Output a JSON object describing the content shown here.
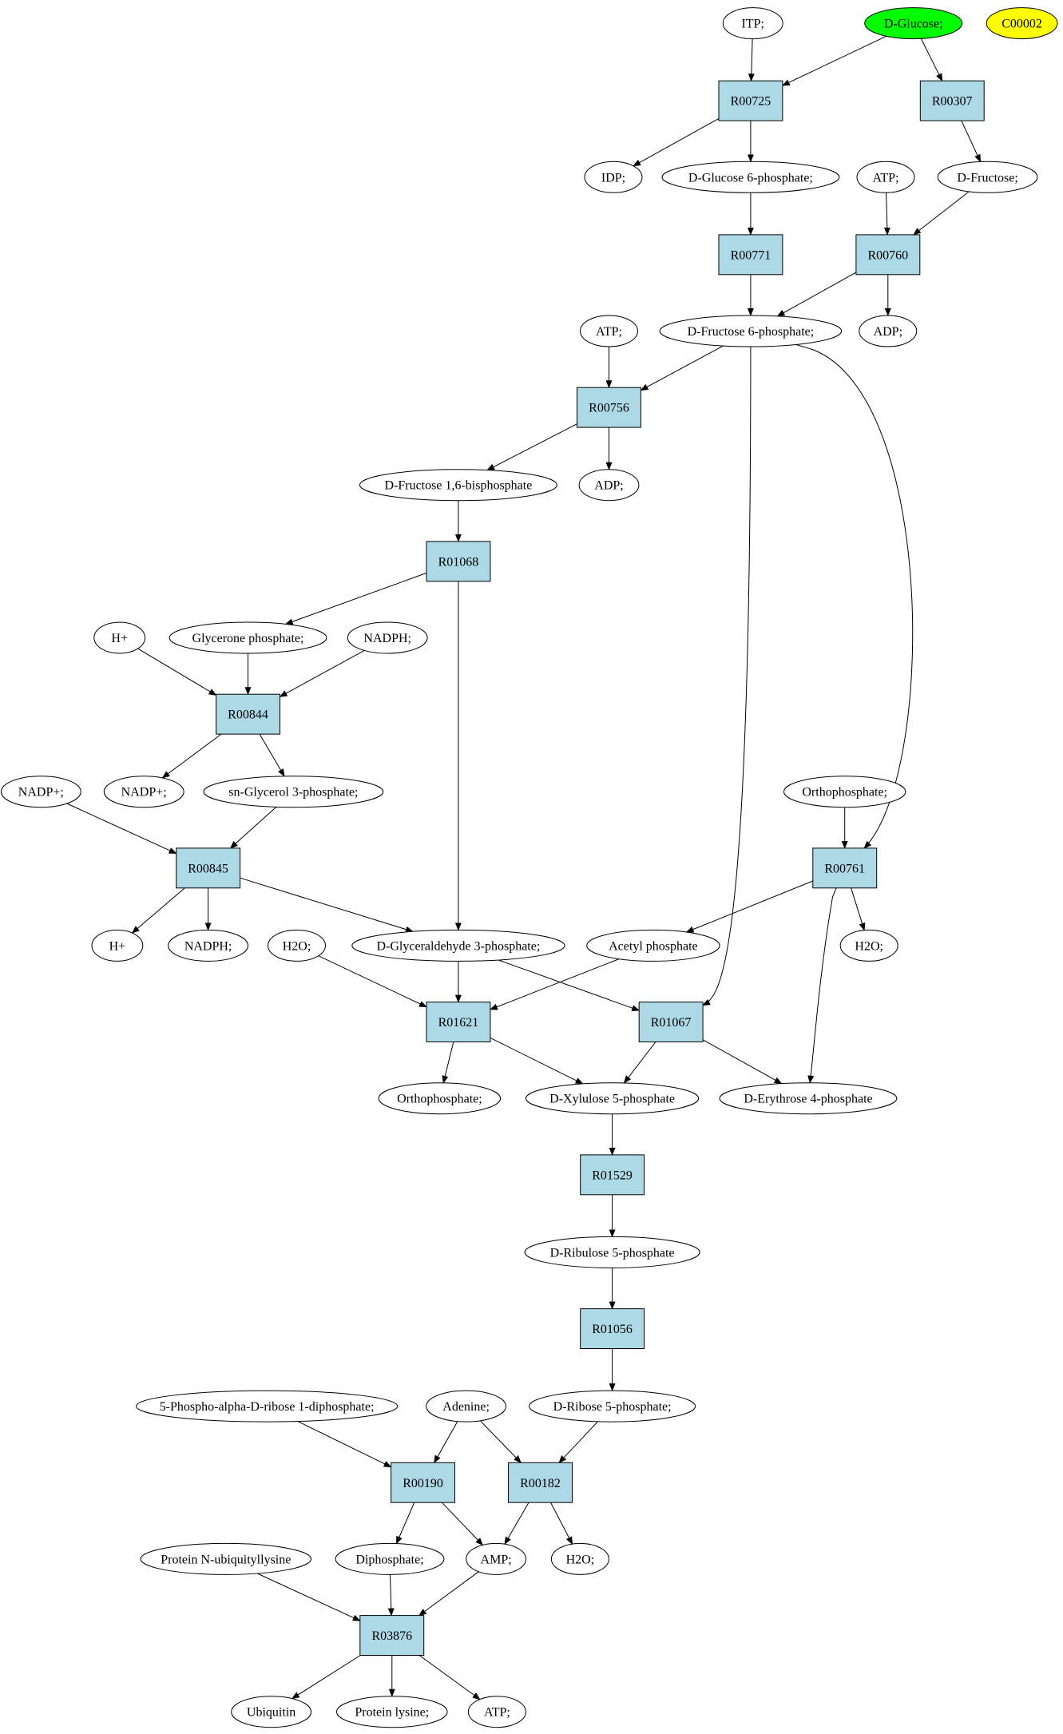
{
  "colors": {
    "reaction_fill": "#add8e6",
    "metabolite_fill": "#ffffff",
    "start_fill": "#00ff00",
    "target_fill": "#ffff00",
    "edge": "#000000"
  },
  "nodes": [
    {
      "id": "itp",
      "label": "ITP;",
      "kind": "metabolite"
    },
    {
      "id": "dglucose",
      "label": "D-Glucose;",
      "kind": "start"
    },
    {
      "id": "c00002",
      "label": "C00002",
      "kind": "target"
    },
    {
      "id": "r00725",
      "label": "R00725",
      "kind": "reaction"
    },
    {
      "id": "r00307",
      "label": "R00307",
      "kind": "reaction"
    },
    {
      "id": "idp",
      "label": "IDP;",
      "kind": "metabolite"
    },
    {
      "id": "g6p",
      "label": "D-Glucose 6-phosphate;",
      "kind": "metabolite"
    },
    {
      "id": "atp1",
      "label": "ATP;",
      "kind": "metabolite"
    },
    {
      "id": "dfructose",
      "label": "D-Fructose;",
      "kind": "metabolite"
    },
    {
      "id": "r00771",
      "label": "R00771",
      "kind": "reaction"
    },
    {
      "id": "r00760",
      "label": "R00760",
      "kind": "reaction"
    },
    {
      "id": "atp2",
      "label": "ATP;",
      "kind": "metabolite"
    },
    {
      "id": "f6p",
      "label": "D-Fructose 6-phosphate;",
      "kind": "metabolite"
    },
    {
      "id": "adp1",
      "label": "ADP;",
      "kind": "metabolite"
    },
    {
      "id": "r00756",
      "label": "R00756",
      "kind": "reaction"
    },
    {
      "id": "fbp",
      "label": "D-Fructose 1,6-bisphosphate",
      "kind": "metabolite"
    },
    {
      "id": "adp2",
      "label": "ADP;",
      "kind": "metabolite"
    },
    {
      "id": "r01068",
      "label": "R01068",
      "kind": "reaction"
    },
    {
      "id": "hplus1",
      "label": "H+",
      "kind": "metabolite"
    },
    {
      "id": "glyceroneP",
      "label": "Glycerone phosphate;",
      "kind": "metabolite"
    },
    {
      "id": "nadph1",
      "label": "NADPH;",
      "kind": "metabolite"
    },
    {
      "id": "r00844",
      "label": "R00844",
      "kind": "reaction"
    },
    {
      "id": "nadp1",
      "label": "NADP+;",
      "kind": "metabolite"
    },
    {
      "id": "nadp2",
      "label": "NADP+;",
      "kind": "metabolite"
    },
    {
      "id": "g3p",
      "label": "sn-Glycerol 3-phosphate;",
      "kind": "metabolite"
    },
    {
      "id": "orthoP1",
      "label": "Orthophosphate;",
      "kind": "metabolite"
    },
    {
      "id": "r00845",
      "label": "R00845",
      "kind": "reaction"
    },
    {
      "id": "r00761",
      "label": "R00761",
      "kind": "reaction"
    },
    {
      "id": "hplus2",
      "label": "H+",
      "kind": "metabolite"
    },
    {
      "id": "nadph2",
      "label": "NADPH;",
      "kind": "metabolite"
    },
    {
      "id": "h2o1",
      "label": "H2O;",
      "kind": "metabolite"
    },
    {
      "id": "gap",
      "label": "D-Glyceraldehyde 3-phosphate;",
      "kind": "metabolite"
    },
    {
      "id": "acetylP",
      "label": "Acetyl phosphate",
      "kind": "metabolite"
    },
    {
      "id": "h2o2",
      "label": "H2O;",
      "kind": "metabolite"
    },
    {
      "id": "r01621",
      "label": "R01621",
      "kind": "reaction"
    },
    {
      "id": "r01067",
      "label": "R01067",
      "kind": "reaction"
    },
    {
      "id": "orthoP2",
      "label": "Orthophosphate;",
      "kind": "metabolite"
    },
    {
      "id": "x5p",
      "label": "D-Xylulose 5-phosphate",
      "kind": "metabolite"
    },
    {
      "id": "e4p",
      "label": "D-Erythrose 4-phosphate",
      "kind": "metabolite"
    },
    {
      "id": "r01529",
      "label": "R01529",
      "kind": "reaction"
    },
    {
      "id": "ru5p",
      "label": "D-Ribulose 5-phosphate",
      "kind": "metabolite"
    },
    {
      "id": "r01056",
      "label": "R01056",
      "kind": "reaction"
    },
    {
      "id": "prpp",
      "label": "5-Phospho-alpha-D-ribose 1-diphosphate;",
      "kind": "metabolite"
    },
    {
      "id": "adenine",
      "label": "Adenine;",
      "kind": "metabolite"
    },
    {
      "id": "r5p",
      "label": "D-Ribose 5-phosphate;",
      "kind": "metabolite"
    },
    {
      "id": "r00190",
      "label": "R00190",
      "kind": "reaction"
    },
    {
      "id": "r00182",
      "label": "R00182",
      "kind": "reaction"
    },
    {
      "id": "protUbLys",
      "label": "Protein N-ubiquityllysine",
      "kind": "metabolite"
    },
    {
      "id": "diphosphate",
      "label": "Diphosphate;",
      "kind": "metabolite"
    },
    {
      "id": "amp",
      "label": "AMP;",
      "kind": "metabolite"
    },
    {
      "id": "h2o3",
      "label": "H2O;",
      "kind": "metabolite"
    },
    {
      "id": "r03876",
      "label": "R03876",
      "kind": "reaction"
    },
    {
      "id": "ubiquitin",
      "label": "Ubiquitin",
      "kind": "metabolite"
    },
    {
      "id": "protLys",
      "label": "Protein lysine;",
      "kind": "metabolite"
    },
    {
      "id": "atp3",
      "label": "ATP;",
      "kind": "metabolite"
    }
  ],
  "edges": [
    [
      "itp",
      "r00725"
    ],
    [
      "dglucose",
      "r00725"
    ],
    [
      "dglucose",
      "r00307"
    ],
    [
      "r00725",
      "idp"
    ],
    [
      "r00725",
      "g6p"
    ],
    [
      "r00307",
      "dfructose"
    ],
    [
      "g6p",
      "r00771"
    ],
    [
      "atp1",
      "r00760"
    ],
    [
      "dfructose",
      "r00760"
    ],
    [
      "r00771",
      "f6p"
    ],
    [
      "r00760",
      "f6p"
    ],
    [
      "r00760",
      "adp1"
    ],
    [
      "atp2",
      "r00756"
    ],
    [
      "f6p",
      "r00756"
    ],
    [
      "f6p",
      "r01067"
    ],
    [
      "f6p",
      "r00761"
    ],
    [
      "r00756",
      "fbp"
    ],
    [
      "r00756",
      "adp2"
    ],
    [
      "fbp",
      "r01068"
    ],
    [
      "r01068",
      "glyceroneP"
    ],
    [
      "r01068",
      "gap"
    ],
    [
      "hplus1",
      "r00844"
    ],
    [
      "glyceroneP",
      "r00844"
    ],
    [
      "nadph1",
      "r00844"
    ],
    [
      "r00844",
      "nadp2"
    ],
    [
      "r00844",
      "g3p"
    ],
    [
      "nadp1",
      "r00845"
    ],
    [
      "g3p",
      "r00845"
    ],
    [
      "r00845",
      "hplus2"
    ],
    [
      "r00845",
      "nadph2"
    ],
    [
      "r00845",
      "gap"
    ],
    [
      "orthoP1",
      "r00761"
    ],
    [
      "r00761",
      "acetylP"
    ],
    [
      "r00761",
      "h2o2"
    ],
    [
      "r00761",
      "e4p"
    ],
    [
      "h2o1",
      "r01621"
    ],
    [
      "gap",
      "r01621"
    ],
    [
      "acetylP",
      "r01621"
    ],
    [
      "gap",
      "r01067"
    ],
    [
      "r01621",
      "orthoP2"
    ],
    [
      "r01621",
      "x5p"
    ],
    [
      "r01067",
      "x5p"
    ],
    [
      "r01067",
      "e4p"
    ],
    [
      "x5p",
      "r01529"
    ],
    [
      "r01529",
      "ru5p"
    ],
    [
      "ru5p",
      "r01056"
    ],
    [
      "r01056",
      "r5p"
    ],
    [
      "prpp",
      "r00190"
    ],
    [
      "adenine",
      "r00190"
    ],
    [
      "adenine",
      "r00182"
    ],
    [
      "r5p",
      "r00182"
    ],
    [
      "r00190",
      "diphosphate"
    ],
    [
      "r00190",
      "amp"
    ],
    [
      "r00182",
      "amp"
    ],
    [
      "r00182",
      "h2o3"
    ],
    [
      "protUbLys",
      "r03876"
    ],
    [
      "diphosphate",
      "r03876"
    ],
    [
      "amp",
      "r03876"
    ],
    [
      "r03876",
      "ubiquitin"
    ],
    [
      "r03876",
      "protLys"
    ],
    [
      "r03876",
      "atp3"
    ]
  ]
}
